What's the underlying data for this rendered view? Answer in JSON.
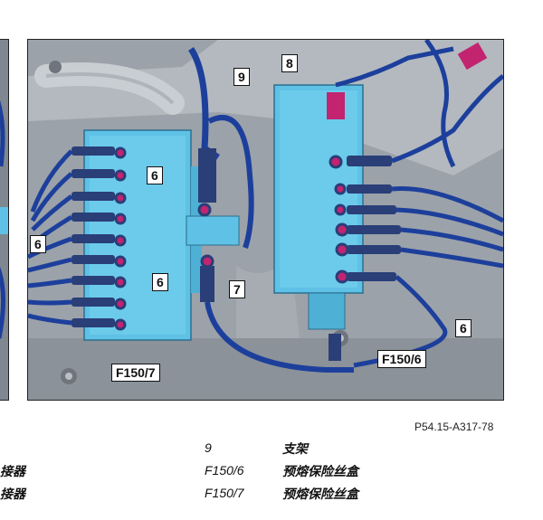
{
  "figure": {
    "id": "P54.15-A317-78",
    "callouts": {
      "c6_top": "6",
      "c6_left": "6",
      "c6_mid": "6",
      "c6_right": "6",
      "c7": "7",
      "c8": "8",
      "c9": "9",
      "f150_7": "F150/7",
      "f150_6": "F150/6"
    },
    "colors": {
      "fuse_box": "#5fc1e6",
      "wire": "#1d3f9c",
      "connector": "#2a3e78",
      "terminal": "#c2246f",
      "background": "#9aa1a8"
    }
  },
  "legend": {
    "left_cut_row1": "接器",
    "left_cut_row2": "接器",
    "rows": [
      {
        "code": "9",
        "desc": "支架"
      },
      {
        "code": "F150/6",
        "desc": "预熔保险丝盒"
      },
      {
        "code": "F150/7",
        "desc": "预熔保险丝盒"
      }
    ]
  }
}
